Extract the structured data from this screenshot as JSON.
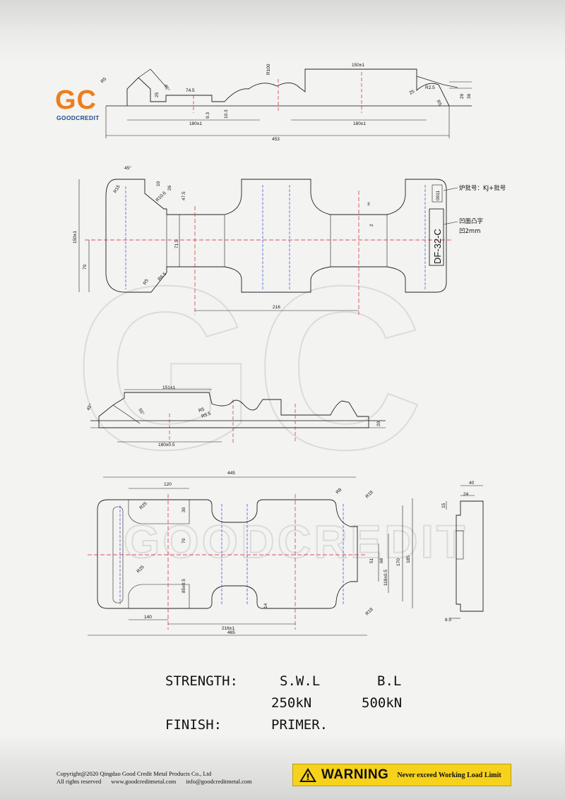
{
  "brand": {
    "logo_mark": "GC",
    "logo_name": "GOODCREDIT",
    "orange": "#ef7d1a",
    "blue": "#1f4b8f",
    "watermark_text": "GOODCREDIT",
    "watermark_mark": "GC"
  },
  "view_top": {
    "dims": [
      "R5",
      "45°",
      "74.5",
      "25",
      "R100",
      "150±1",
      "R2.5",
      "25",
      "R5",
      "29",
      "36",
      "9.3",
      "10.3",
      "180±1",
      "180±1",
      "453"
    ]
  },
  "view_plan": {
    "dims": [
      "45°",
      "R15",
      "10",
      "26",
      "R10.6",
      "47.5",
      "150±1",
      "71.5",
      "70",
      "R5",
      "R6.5",
      "216",
      "3",
      "2"
    ],
    "stamp": "DF-32-C",
    "tag": "0911",
    "note_batch": "炉批号：KJ+批号",
    "note_emboss_1": "凹面凸字",
    "note_emboss_2": "凹2mm"
  },
  "view_side": {
    "dims": [
      "45°",
      "151±1",
      "55°",
      "R5",
      "R5.5",
      "20",
      "180±0.5"
    ]
  },
  "view_bottom": {
    "dims": [
      "445",
      "120",
      "R25",
      "30",
      "70",
      "R8",
      "R18",
      "R25",
      "85±0.5",
      "51",
      "68",
      "118±0.5",
      "170",
      "185",
      "14",
      "140",
      "216±1",
      "R18",
      "465"
    ]
  },
  "view_section": {
    "dims": [
      "40",
      "24",
      "15",
      "8.5"
    ]
  },
  "specs": {
    "strength_label": "STRENGTH:",
    "swl_label": "S.W.L",
    "bl_label": "B.L",
    "swl_value": "250kN",
    "bl_value": "500kN",
    "finish_label": "FINISH:",
    "finish_value": "PRIMER."
  },
  "footer": {
    "copyright": "Copyright@2020 Qingdao Good Credit Metal Products Co., Ltd",
    "rights": "All rights reserved",
    "website": "www.goodcreditmetal.com",
    "email": "info@goodcreditmetal.com"
  },
  "warning": {
    "title": "WARNING",
    "text": "Never exceed Working Load Limit",
    "color": "#f6d21c"
  }
}
